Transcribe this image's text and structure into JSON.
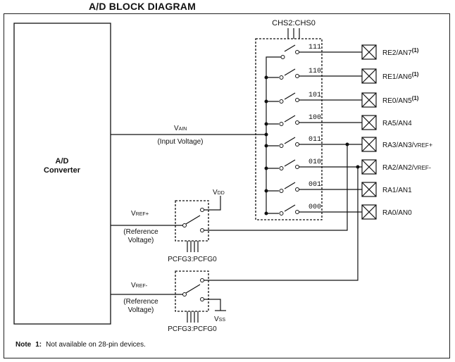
{
  "title": "A/D BLOCK DIAGRAM",
  "converter": {
    "line1": "A/D",
    "line2": "Converter"
  },
  "mux_select": "CHS2:CHS0",
  "channels": [
    {
      "code": "111",
      "pin": "RE2/AN7",
      "note": "(1)"
    },
    {
      "code": "110",
      "pin": "RE1/AN6",
      "note": "(1)"
    },
    {
      "code": "101",
      "pin": "RE0/AN5",
      "note": "(1)"
    },
    {
      "code": "100",
      "pin": "RA5/AN4",
      "note": ""
    },
    {
      "code": "011",
      "pin": "RA3/AN3/",
      "vref": "VREF",
      "vref_sign": "+",
      "note": ""
    },
    {
      "code": "010",
      "pin": "RA2/AN2/",
      "vref": "VREF",
      "vref_sign": "-",
      "note": ""
    },
    {
      "code": "001",
      "pin": "RA1/AN1",
      "note": ""
    },
    {
      "code": "000",
      "pin": "RA0/AN0",
      "note": ""
    }
  ],
  "vain": {
    "main": "V",
    "sub": "AIN",
    "desc": "(Input Voltage)"
  },
  "vref_plus": {
    "main": "V",
    "sub": "REF",
    "sign": "+",
    "desc1": "(Reference",
    "desc2": "Voltage)",
    "supply_main": "V",
    "supply_sub": "DD",
    "select": "PCFG3:PCFG0"
  },
  "vref_minus": {
    "main": "V",
    "sub": "REF",
    "sign": "-",
    "desc1": "(Reference",
    "desc2": "Voltage)",
    "supply_main": "V",
    "supply_sub": "SS",
    "select": "PCFG3:PCFG0"
  },
  "note": {
    "label": "Note",
    "number": "1:",
    "text": "Not available on 28-pin devices."
  }
}
